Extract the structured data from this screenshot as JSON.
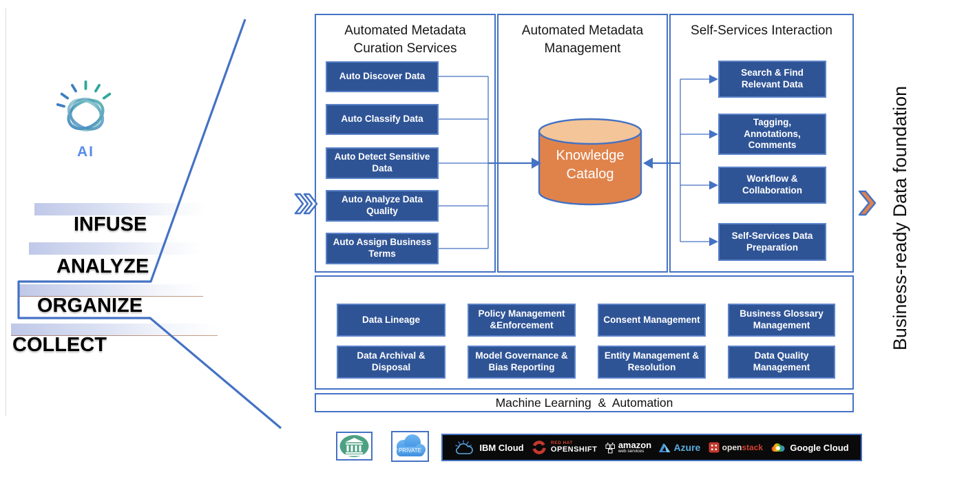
{
  "ai_ladder": {
    "ai_label": "AI",
    "steps": [
      {
        "label": "INFUSE"
      },
      {
        "label": "ANALYZE"
      },
      {
        "label": "ORGANIZE",
        "highlighted": true
      },
      {
        "label": "COLLECT"
      }
    ]
  },
  "panels": {
    "curation": {
      "title": "Automated Metadata Curation Services",
      "boxes": [
        "Auto Discover Data",
        "Auto Classify Data",
        "Auto Detect Sensitive Data",
        "Auto Analyze Data Quality",
        "Auto Assign Business Terms"
      ]
    },
    "management": {
      "title": "Automated Metadata Management",
      "catalog_label": "Knowledge Catalog"
    },
    "self_services": {
      "title": "Self-Services Interaction",
      "boxes": [
        "Search & Find Relevant Data",
        "Tagging, Annotations, Comments",
        "Workflow & Collaboration",
        "Self-Services Data Preparation"
      ]
    }
  },
  "governance": {
    "row1": [
      "Data Lineage",
      "Policy Management &Enforcement",
      "Consent Management",
      "Business Glossary Management"
    ],
    "row2": [
      "Data Archival & Disposal",
      "Model Governance & Bias Reporting",
      "Entity Management & Resolution",
      "Data Quality Management"
    ]
  },
  "ml_bar": {
    "label": "Machine Learning  &  Automation"
  },
  "right_label": "Business-ready Data foundation",
  "providers": {
    "private_label": "PRIVATE",
    "ibm_cloud": {
      "label": "IBM Cloud"
    },
    "redhat": {
      "label_top": "RED HAT",
      "label": "OPENSHIFT"
    },
    "aws": {
      "label": "amazon",
      "label_sub": "web services"
    },
    "azure": {
      "label": "Azure"
    },
    "openstack": {
      "label_a": "open",
      "label_b": "stack"
    },
    "google_cloud": {
      "label": "Google Cloud"
    }
  },
  "colors": {
    "accent_blue": "#4472C4",
    "box_fill": "#2F5496",
    "box_border": "#5B83C9",
    "cylinder_orange": "#E0834B",
    "cylinder_top": "#F4C598",
    "chevron_orange": "#E0834B",
    "watson_teal": "#2FA79B",
    "watson_blue": "#3E7FC1",
    "ai_text_blue": "#5A8BEA",
    "logo_bar_bg": "#0A0A0A",
    "redhat_red": "#C4392E",
    "azure_blue": "#58AEE0",
    "institution_green": "#4DA183"
  }
}
